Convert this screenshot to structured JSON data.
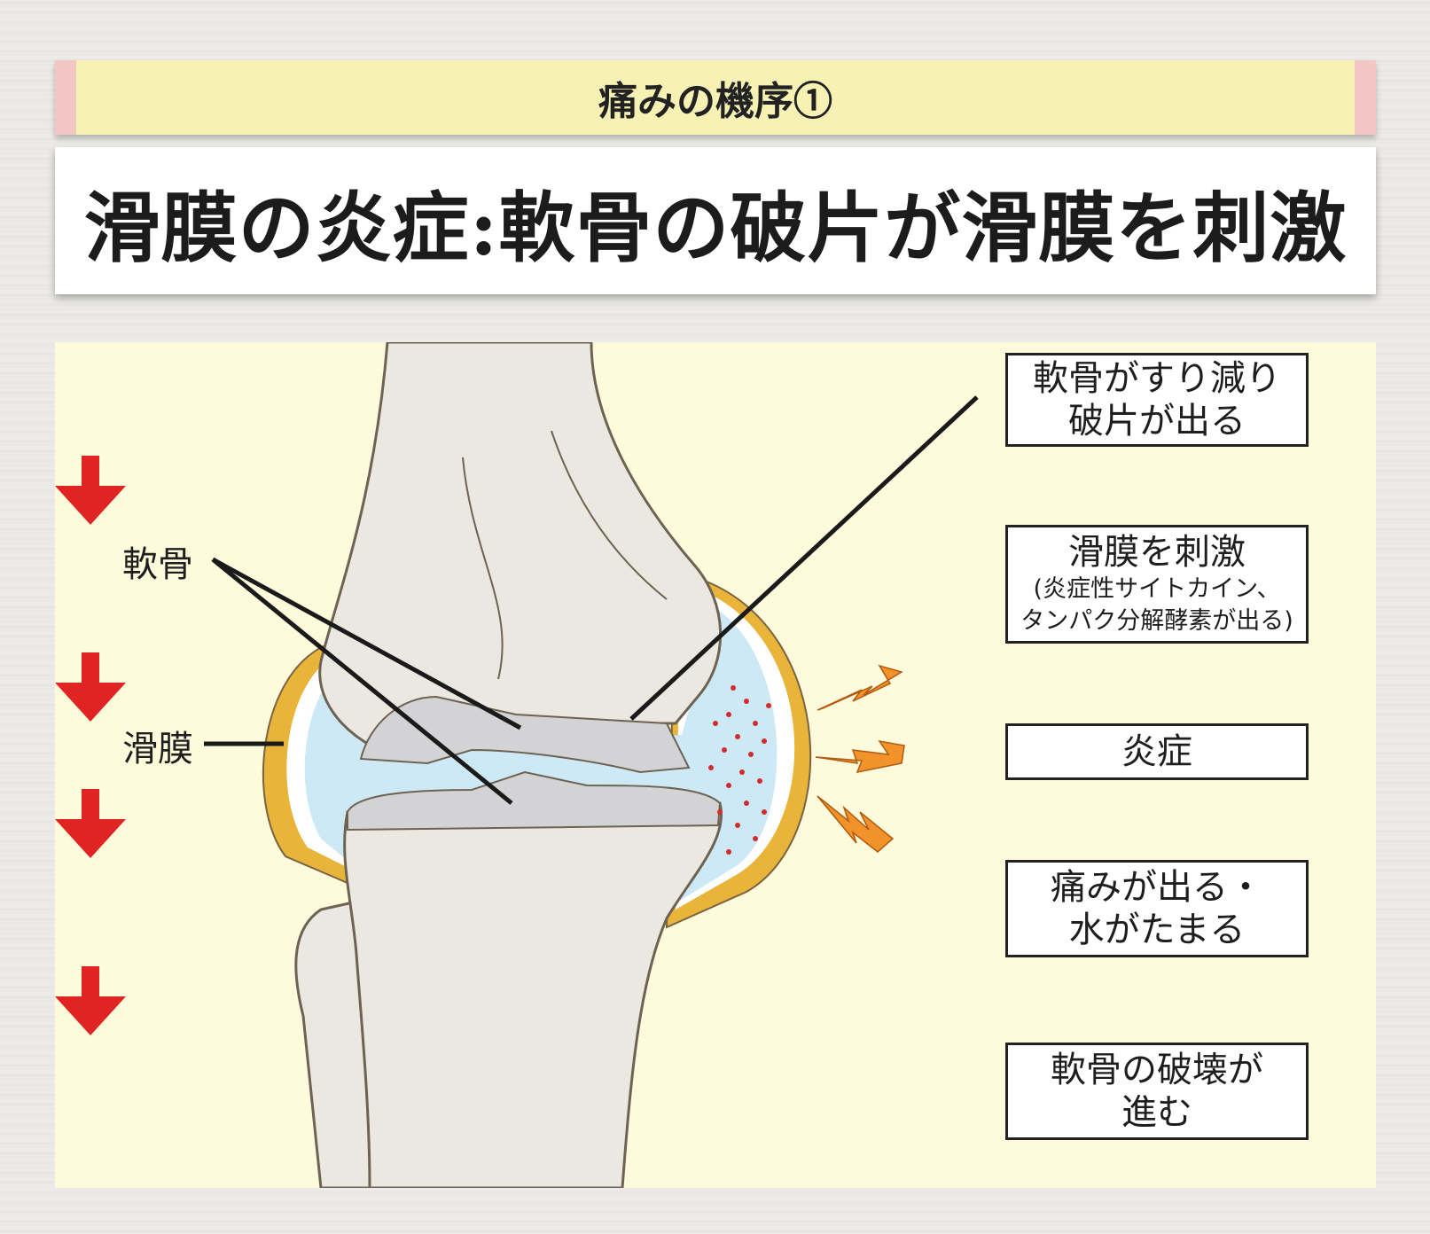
{
  "header": {
    "banner": "痛みの機序①",
    "title": "滑膜の炎症:軟骨の破片が滑膜を刺激"
  },
  "labels": {
    "cartilage": "軟骨",
    "synovium": "滑膜"
  },
  "flow": [
    {
      "lines": [
        "軟骨がすり減り",
        "破片が出る"
      ]
    },
    {
      "main": "滑膜を刺激",
      "sub": [
        "(炎症性サイトカイン、",
        "タンパク分解酵素が出る)"
      ]
    },
    {
      "lines": [
        "炎症"
      ]
    },
    {
      "lines": [
        "痛みが出る・",
        "水がたまる"
      ]
    },
    {
      "lines": [
        "軟骨の破壊が",
        "進む"
      ]
    }
  ],
  "colors": {
    "banner_bg": "#f8f1b4",
    "banner_edge": "#f3c6c6",
    "panel_bg": "#fdfbdc",
    "bone": "#eae8e1",
    "cartilage": "#d3d3d6",
    "synovial_fluid": "#cde9f5",
    "synovium": "#e9b43a",
    "arrow": "#e02424",
    "pain_bolt": "#f2922b"
  },
  "icons": [
    "down-arrow-icon",
    "lightning-bolt-icon"
  ]
}
